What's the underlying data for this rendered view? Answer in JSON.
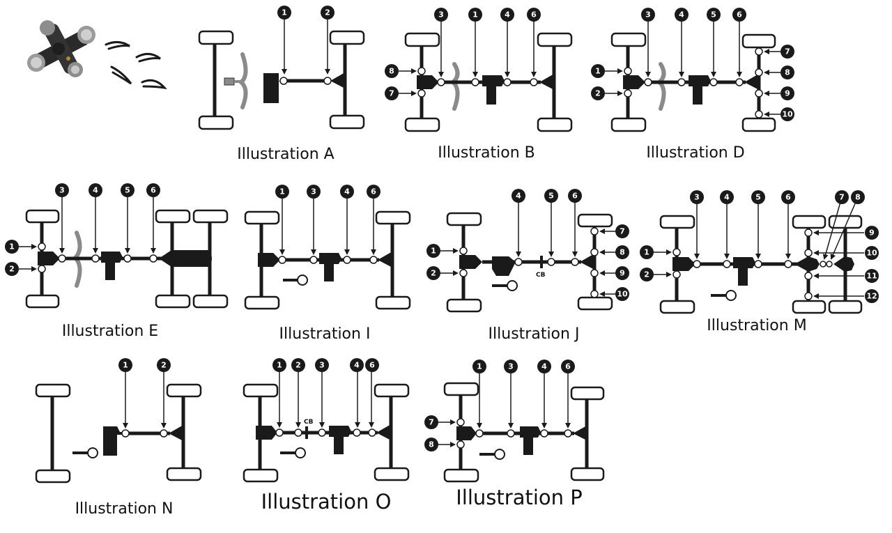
{
  "product": {
    "image": "universal-joint-with-snap-rings"
  },
  "illustrations": [
    {
      "id": "A",
      "caption": "Illustration A",
      "callouts": [
        "1",
        "2"
      ]
    },
    {
      "id": "B",
      "caption": "Illustration B",
      "callouts": [
        "3",
        "1",
        "4",
        "6",
        "8",
        "7"
      ]
    },
    {
      "id": "D",
      "caption": "Illustration D",
      "callouts": [
        "3",
        "4",
        "5",
        "6",
        "1",
        "2",
        "7",
        "8",
        "9",
        "10"
      ]
    },
    {
      "id": "E",
      "caption": "Illustration E",
      "callouts": [
        "3",
        "4",
        "5",
        "6",
        "1",
        "2"
      ]
    },
    {
      "id": "I",
      "caption": "Illustration I",
      "callouts": [
        "1",
        "3",
        "4",
        "6"
      ]
    },
    {
      "id": "J",
      "caption": "Illustration J",
      "callouts": [
        "4",
        "5",
        "6",
        "1",
        "2",
        "7",
        "8",
        "9",
        "10"
      ],
      "cb_label": "CB"
    },
    {
      "id": "M",
      "caption": "Illustration M",
      "callouts": [
        "3",
        "4",
        "5",
        "6",
        "7",
        "8",
        "1",
        "2",
        "9",
        "10",
        "11",
        "12"
      ]
    },
    {
      "id": "N",
      "caption": "Illustration N",
      "callouts": [
        "1",
        "2"
      ]
    },
    {
      "id": "O",
      "caption": "Illustration O",
      "callouts": [
        "1",
        "2",
        "3",
        "4",
        "6"
      ],
      "cb_label": "CB"
    },
    {
      "id": "P",
      "caption": "Illustration P",
      "callouts": [
        "1",
        "3",
        "4",
        "6",
        "7",
        "8"
      ]
    }
  ],
  "colors": {
    "ink": "#1a1a1a",
    "spring": "#8a8a8a",
    "background": "#ffffff"
  }
}
